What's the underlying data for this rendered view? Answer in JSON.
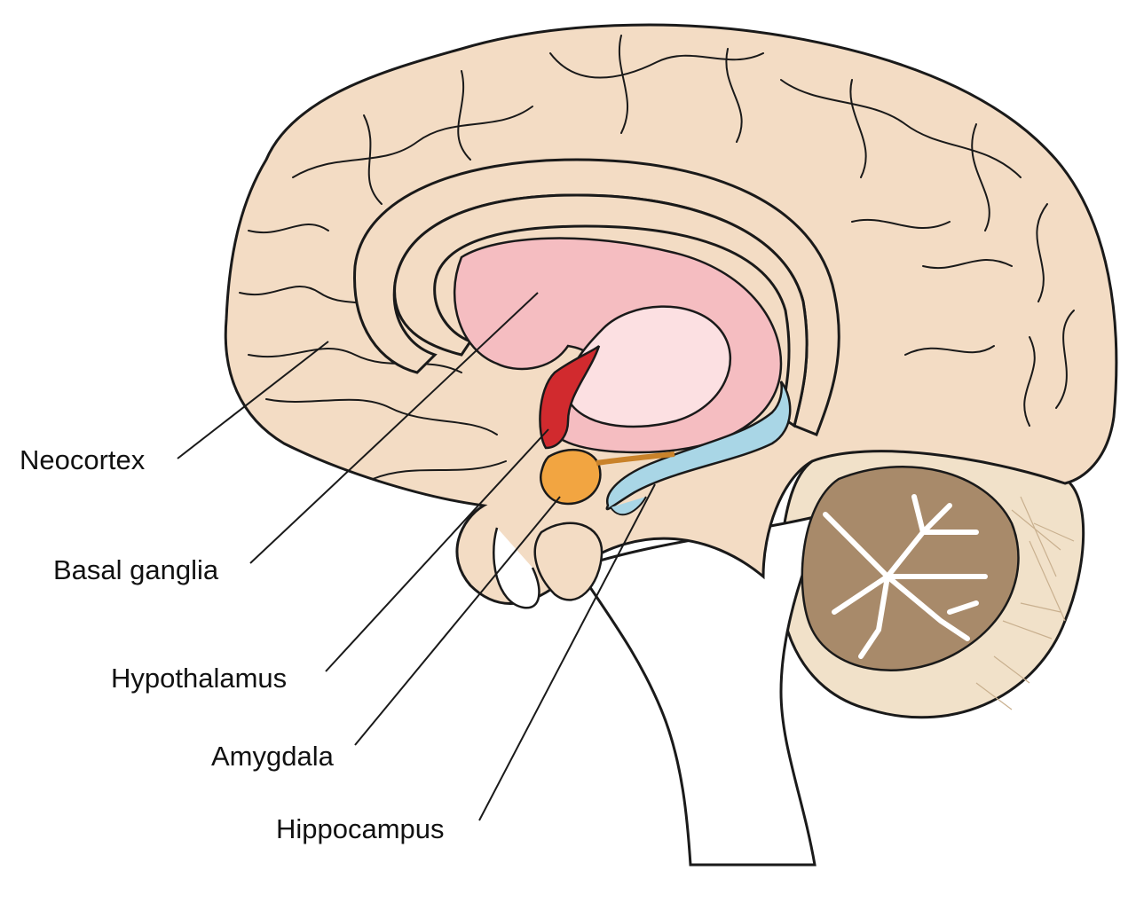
{
  "labels": {
    "neocortex": "Neocortex",
    "basal_ganglia": "Basal ganglia",
    "hypothalamus": "Hypothalamus",
    "amygdala": "Amygdala",
    "hippocampus": "Hippocampus"
  },
  "colors": {
    "cortex": "#f3dcc4",
    "basal_ganglia": "#f5bdc1",
    "thalamus": "#fce0e2",
    "hypothalamus": "#d12a2e",
    "amygdala": "#f2a541",
    "hippocampus": "#a9d6e6",
    "cerebellum": "#a88a6a",
    "outline": "#1a1a1a"
  }
}
